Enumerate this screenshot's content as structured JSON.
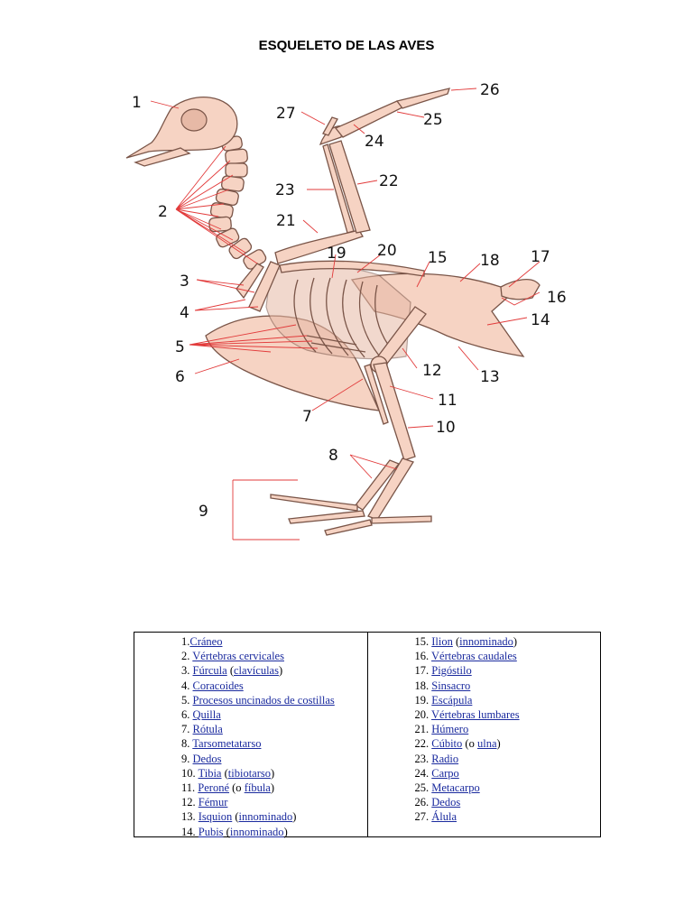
{
  "title": "ESQUELETO DE LAS AVES",
  "diagram_numbers": [
    "1",
    "2",
    "3",
    "4",
    "5",
    "6",
    "7",
    "8",
    "9",
    "10",
    "11",
    "12",
    "13",
    "14",
    "15",
    "16",
    "17",
    "18",
    "19",
    "20",
    "21",
    "22",
    "23",
    "24",
    "25",
    "26",
    "27"
  ],
  "legend_left": [
    {
      "prefix": "1.",
      "parts": [
        {
          "t": "Cráneo",
          "link": true
        }
      ]
    },
    {
      "prefix": "2. ",
      "parts": [
        {
          "t": "Vértebras cervicales",
          "link": true
        }
      ]
    },
    {
      "prefix": "3. ",
      "parts": [
        {
          "t": "Fúrcula",
          "link": true
        },
        {
          "t": " (",
          "link": false
        },
        {
          "t": "clavículas",
          "link": true
        },
        {
          "t": ")",
          "link": false
        }
      ]
    },
    {
      "prefix": "4. ",
      "parts": [
        {
          "t": "Coracoides",
          "link": true
        }
      ]
    },
    {
      "prefix": "5. ",
      "parts": [
        {
          "t": "Procesos uncinados de costillas",
          "link": true
        }
      ]
    },
    {
      "prefix": "6. ",
      "parts": [
        {
          "t": "Quilla",
          "link": true
        }
      ]
    },
    {
      "prefix": "7. ",
      "parts": [
        {
          "t": "Rótula",
          "link": true
        }
      ]
    },
    {
      "prefix": "8. ",
      "parts": [
        {
          "t": "Tarsometatarso",
          "link": true
        }
      ]
    },
    {
      "prefix": "9. ",
      "parts": [
        {
          "t": "Dedos",
          "link": true
        }
      ]
    },
    {
      "prefix": "10. ",
      "parts": [
        {
          "t": "Tibia",
          "link": true
        },
        {
          "t": " (",
          "link": false
        },
        {
          "t": "tibiotarso",
          "link": true
        },
        {
          "t": ")",
          "link": false
        }
      ]
    },
    {
      "prefix": "11. ",
      "parts": [
        {
          "t": "Peroné",
          "link": true
        },
        {
          "t": " (o ",
          "link": false
        },
        {
          "t": "fíbula",
          "link": true
        },
        {
          "t": ")",
          "link": false
        }
      ]
    },
    {
      "prefix": "12. ",
      "parts": [
        {
          "t": "Fémur",
          "link": true
        }
      ]
    },
    {
      "prefix": "13. ",
      "parts": [
        {
          "t": "Isquion",
          "link": true
        },
        {
          "t": " (",
          "link": false
        },
        {
          "t": "innominado",
          "link": true
        },
        {
          "t": ")",
          "link": false
        }
      ]
    },
    {
      "prefix": "14. ",
      "parts": [
        {
          "t": "Pubis",
          "link": true
        },
        {
          "t": " (",
          "link": false
        },
        {
          "t": "innominado",
          "link": true
        },
        {
          "t": ")",
          "link": false
        }
      ]
    }
  ],
  "legend_right": [
    {
      "prefix": "15. ",
      "parts": [
        {
          "t": "Ilion",
          "link": true
        },
        {
          "t": " (",
          "link": false
        },
        {
          "t": "innominado",
          "link": true
        },
        {
          "t": ")",
          "link": false
        }
      ]
    },
    {
      "prefix": "16. ",
      "parts": [
        {
          "t": "Vértebras caudales",
          "link": true
        }
      ]
    },
    {
      "prefix": "17. ",
      "parts": [
        {
          "t": "Pigóstilo",
          "link": true
        }
      ]
    },
    {
      "prefix": "18. ",
      "parts": [
        {
          "t": "Sinsacro",
          "link": true
        }
      ]
    },
    {
      "prefix": "19. ",
      "parts": [
        {
          "t": "Escápula",
          "link": true
        }
      ]
    },
    {
      "prefix": "20. ",
      "parts": [
        {
          "t": "Vértebras lumbares",
          "link": true
        }
      ]
    },
    {
      "prefix": "21. ",
      "parts": [
        {
          "t": "Húmero",
          "link": true
        }
      ]
    },
    {
      "prefix": "22. ",
      "parts": [
        {
          "t": "Cúbito",
          "link": true
        },
        {
          "t": " (o ",
          "link": false
        },
        {
          "t": "ulna",
          "link": true
        },
        {
          "t": ")",
          "link": false
        }
      ]
    },
    {
      "prefix": "23. ",
      "parts": [
        {
          "t": "Radio",
          "link": true
        }
      ]
    },
    {
      "prefix": "24. ",
      "parts": [
        {
          "t": "Carpo",
          "link": true
        }
      ]
    },
    {
      "prefix": "25. ",
      "parts": [
        {
          "t": "Metacarpo",
          "link": true
        }
      ]
    },
    {
      "prefix": "26. ",
      "parts": [
        {
          "t": "Dedos",
          "link": true
        }
      ]
    },
    {
      "prefix": "27. ",
      "parts": [
        {
          "t": "Álula",
          "link": true
        }
      ]
    }
  ],
  "colors": {
    "bone": "#f6d3c3",
    "outline": "#7a5548",
    "leader": "#e23b3b",
    "link": "#1a2a9e"
  }
}
